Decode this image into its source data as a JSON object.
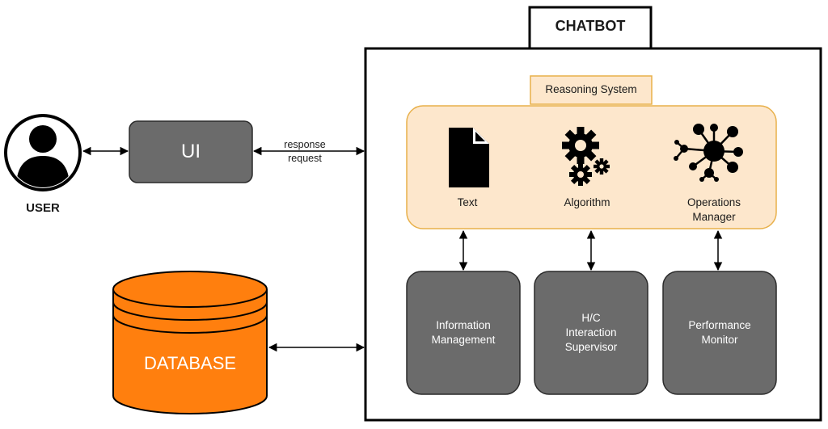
{
  "chatbot": {
    "title": "CHATBOT"
  },
  "user": {
    "label": "USER",
    "icon": "user-avatar-icon"
  },
  "ui": {
    "label": "UI"
  },
  "link": {
    "top": "response",
    "bottom": "request"
  },
  "database": {
    "label": "DATABASE",
    "color": "#ff7f0e"
  },
  "reasoning": {
    "title": "Reasoning System",
    "items": [
      {
        "label": "Text",
        "icon": "document-icon"
      },
      {
        "label": "Algorithm",
        "icon": "gears-icon"
      },
      {
        "label": "Operations\nManager",
        "icon": "network-hub-icon"
      }
    ],
    "panel_color": "#fde7cc",
    "border_color": "#e8b04a"
  },
  "modules": [
    {
      "label": "Information\nManagement"
    },
    {
      "label": "H/C\nInteraction\nSupervisor"
    },
    {
      "label": "Performance\nMonitor"
    }
  ],
  "colors": {
    "module_fill": "#6b6b6b",
    "module_stroke": "#2b2b2b"
  }
}
